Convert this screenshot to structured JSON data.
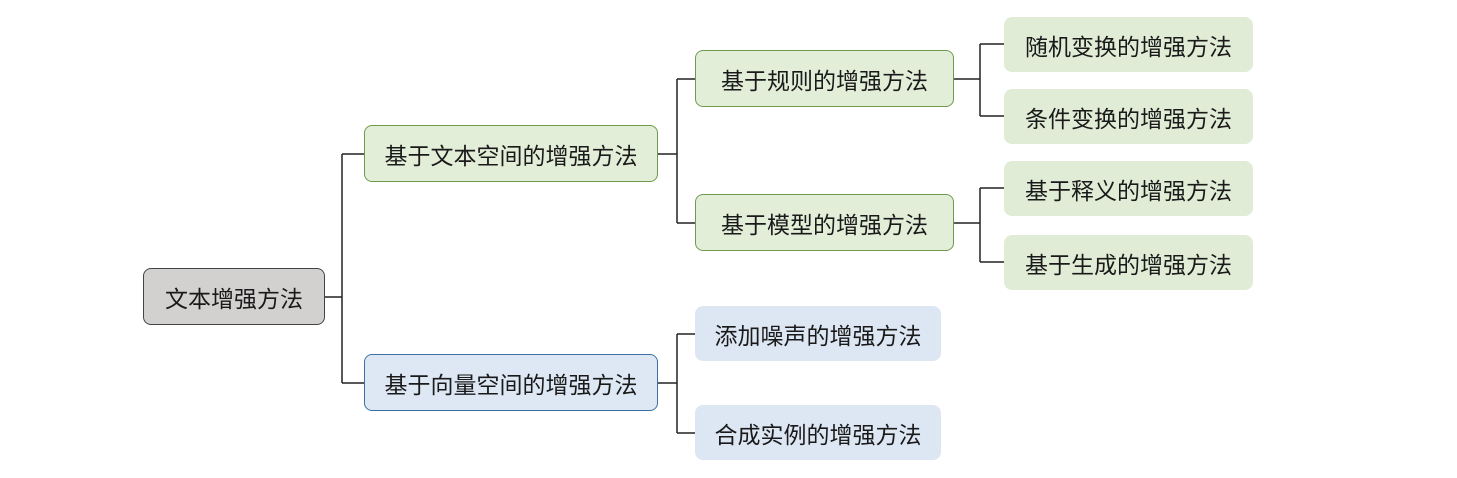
{
  "root": {
    "label": "文本增强方法"
  },
  "text_space": {
    "label": "基于文本空间的增强方法",
    "rule_based": {
      "label": "基于规则的增强方法",
      "children": [
        "随机变换的增强方法",
        "条件变换的增强方法"
      ]
    },
    "model_based": {
      "label": "基于模型的增强方法",
      "children": [
        "基于释义的增强方法",
        "基于生成的增强方法"
      ]
    }
  },
  "vector_space": {
    "label": "基于向量空间的增强方法",
    "children": [
      "添加噪声的增强方法",
      "合成实例的增强方法"
    ]
  }
}
